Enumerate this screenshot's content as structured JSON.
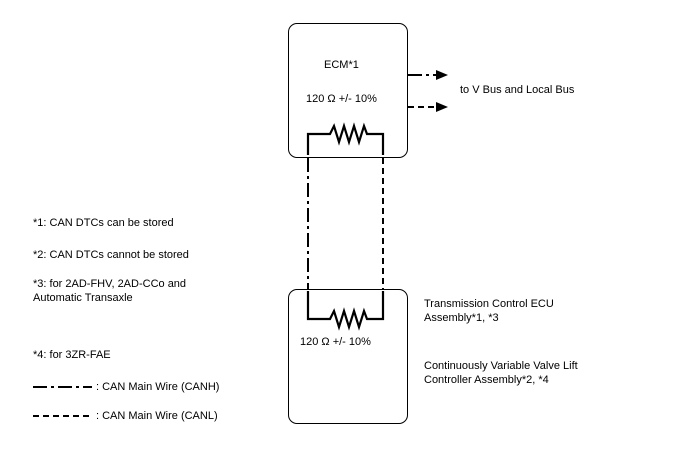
{
  "ecm": {
    "title": "ECM*1",
    "resistance": "120 Ω +/- 10%"
  },
  "bus_label": "to V Bus and Local Bus",
  "lower_unit": {
    "resistance": "120 Ω +/- 10%",
    "name1_line1": "Transmission Control ECU",
    "name1_line2": "Assembly*1, *3",
    "name2_line1": "Continuously Variable Valve Lift",
    "name2_line2": "Controller Assembly*2, *4"
  },
  "notes": {
    "n1": "*1: CAN DTCs can be stored",
    "n2": "*2: CAN DTCs cannot be stored",
    "n3_line1": "*3: for 2AD-FHV, 2AD-CCo and",
    "n3_line2": "Automatic Transaxle",
    "n4": "*4: for 3ZR-FAE"
  },
  "legend": {
    "canh": ": CAN Main Wire (CANH)",
    "canl": ": CAN Main Wire (CANL)"
  },
  "line_style": {
    "color": "#000000",
    "canh": "dash-dot",
    "canl": "dashed"
  }
}
